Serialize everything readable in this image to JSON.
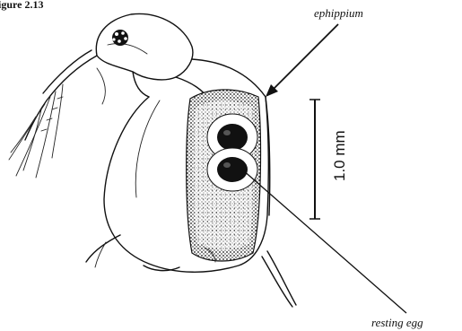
{
  "figure": {
    "header_fragment": "igure 2.13",
    "labels": {
      "ephippium": "ephippium",
      "resting_egg": "resting egg",
      "scale_bar": "1.0 mm"
    },
    "ink_color": "#111111"
  }
}
